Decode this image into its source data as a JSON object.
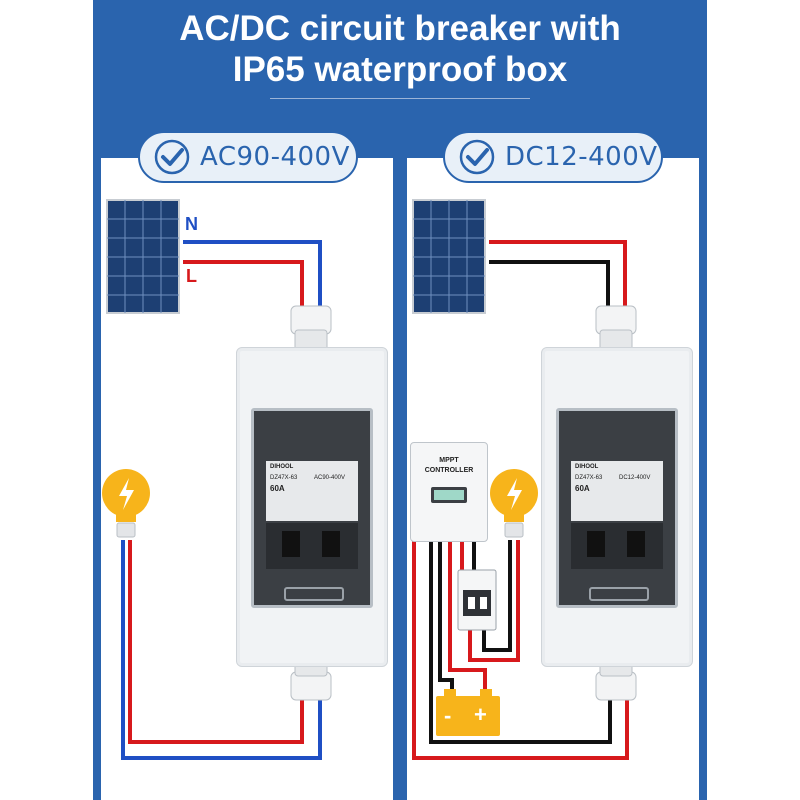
{
  "title": {
    "line1": "AC/DC circuit breaker with",
    "line2": "IP65 waterproof box"
  },
  "left": {
    "voltage": "AC90-400V",
    "n_label": "N",
    "l_label": "L",
    "breaker": {
      "brand": "DIHOOL",
      "model": "DZ47X-63",
      "rating": "60A",
      "spec": "AC90-400V"
    }
  },
  "right": {
    "voltage": "DC12-400V",
    "breaker": {
      "brand": "DIHOOL",
      "model": "DZ47X-63",
      "rating": "60A",
      "spec": "DC12-400V"
    },
    "mppt": {
      "line1": "MPPT",
      "line2": "CONTROLLER"
    },
    "battery": {
      "minus": "-",
      "plus": "+"
    }
  },
  "colors": {
    "background": "#2a64ae",
    "neutral_wire": "#1f4fc4",
    "live_wire": "#d7191c",
    "black_wire": "#111111",
    "bulb": "#f7b41b"
  }
}
